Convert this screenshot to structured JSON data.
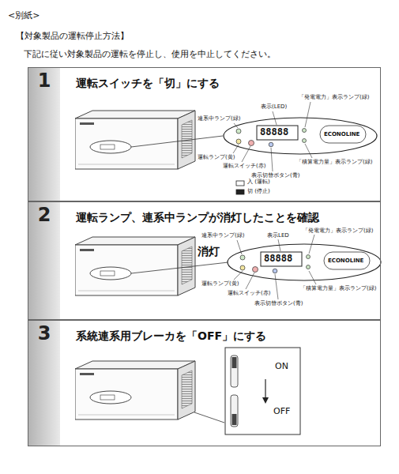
{
  "diagram": {
    "title": "【対象製品の運転停止方法】",
    "nodes": [
      {
        "text": [
          "1",
          "運転スイッチを「切」にする"
        ]
      },
      {
        "text": [
          "2",
          "運転ランプ、連系中ランプが消灯したことを確認"
        ]
      },
      {
        "text": [
          "3",
          "系統連系用ブレーカを「OFF」にする"
        ]
      }
    ],
    "labels": [
      "<別紙>",
      "下記に従い対象製品の運転を停止し、使用を中止してください。",
      "「発電電力」表示ランプ(緑)",
      "連系中ランプ(緑)",
      "表示(LED)",
      "88888",
      "ECONOLINE",
      "運転ランプ(黄)",
      "運転スイッチ(赤)",
      "「積算電力量」表示ランプ(緑)",
      "表示切替ボタン(青)",
      "入 (運転)",
      "切 (停止)",
      "消灯",
      "「発電電力」表示ランプ(緑)",
      "連系中ランプ(緑)",
      "表示LED",
      "88888",
      "ECONOLINE",
      "運転ランプ(黄)",
      "運転スイッチ(赤)",
      "「積算電力量」表示ランプ(緑)",
      "表示切替ボタン(青)",
      "ON",
      "OFF"
    ]
  }
}
